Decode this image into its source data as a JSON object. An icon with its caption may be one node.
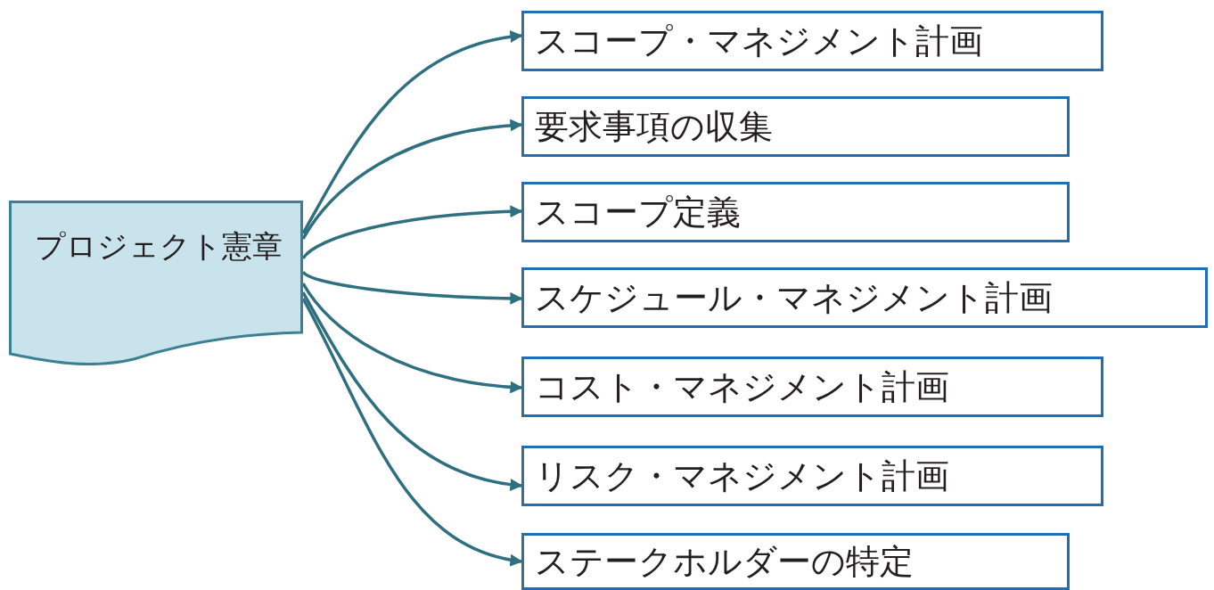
{
  "diagram": {
    "nodes": [
      {
        "text": [
          "プロジェクト憲章"
        ]
      },
      {
        "text": [
          "スコープ・マネジメント計画"
        ]
      },
      {
        "text": [
          "要求事項の収集"
        ]
      },
      {
        "text": [
          "スコープ定義"
        ]
      },
      {
        "text": [
          "スケジュール・マネジメント計画"
        ]
      },
      {
        "text": [
          "コスト・マネジメント計画"
        ]
      },
      {
        "text": [
          "リスク・マネジメント計画"
        ]
      },
      {
        "text": [
          "ステークホルダーの特定"
        ]
      }
    ],
    "edges": [
      {
        "from": 0,
        "to": 1,
        "arrow": "to"
      },
      {
        "from": 0,
        "to": 2,
        "arrow": "to"
      },
      {
        "from": 0,
        "to": 3,
        "arrow": "to"
      },
      {
        "from": 0,
        "to": 4,
        "arrow": "to"
      },
      {
        "from": 0,
        "to": 5,
        "arrow": "to"
      },
      {
        "from": 0,
        "to": 6,
        "arrow": "to"
      },
      {
        "from": 0,
        "to": 7,
        "arrow": "to"
      }
    ]
  }
}
